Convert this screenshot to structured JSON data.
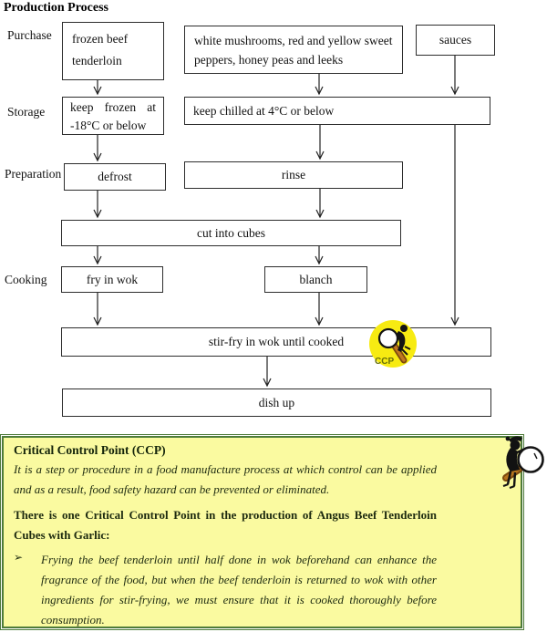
{
  "title": "Production Process",
  "stages": [
    {
      "label": "Purchase"
    },
    {
      "label": "Storage"
    },
    {
      "label": "Preparation"
    },
    {
      "label": "Cooking"
    }
  ],
  "flow": {
    "frozen_beef": "frozen beef tenderloin",
    "vegetables": "white mushrooms, red and yellow sweet peppers, honey peas and leeks",
    "sauces": "sauces",
    "keep_frozen_line1": "keep frozen at",
    "keep_frozen_line2": "-18°C or below",
    "keep_chilled": "keep chilled at 4°C or below",
    "defrost": "defrost",
    "rinse": "rinse",
    "cut_into_cubes": "cut into cubes",
    "fry_in_wok": "fry in wok",
    "blanch": "blanch",
    "stir_fry": "stir-fry in wok until cooked",
    "dish_up": "dish up",
    "ccp_badge_label": "CCP"
  },
  "ccp_note": {
    "heading": "Critical Control Point (CCP)",
    "definition": "It is a step or procedure in a food manufacture process at which control can be applied and as a result, food safety hazard can be prevented or eliminated.",
    "statement": "There is one Critical Control Point in the production of Angus Beef Tenderloin Cubes with Garlic:",
    "bullet_marker": "➢",
    "bullet_text": "Frying the beef tenderloin until half done in wok beforehand can enhance the fragrance of the food, but when the beef tenderloin is returned to wok with other ingredients for stir-frying, we must ensure that it is cooked thoroughly before consumption."
  },
  "colors": {
    "ccp_badge_yellow": "#F7EB12",
    "note_background": "#FAFAA0",
    "note_border_green": "#4E7B3A",
    "magnifier_handle_brown": "#A86018",
    "note_ink": "#1E2B10"
  }
}
